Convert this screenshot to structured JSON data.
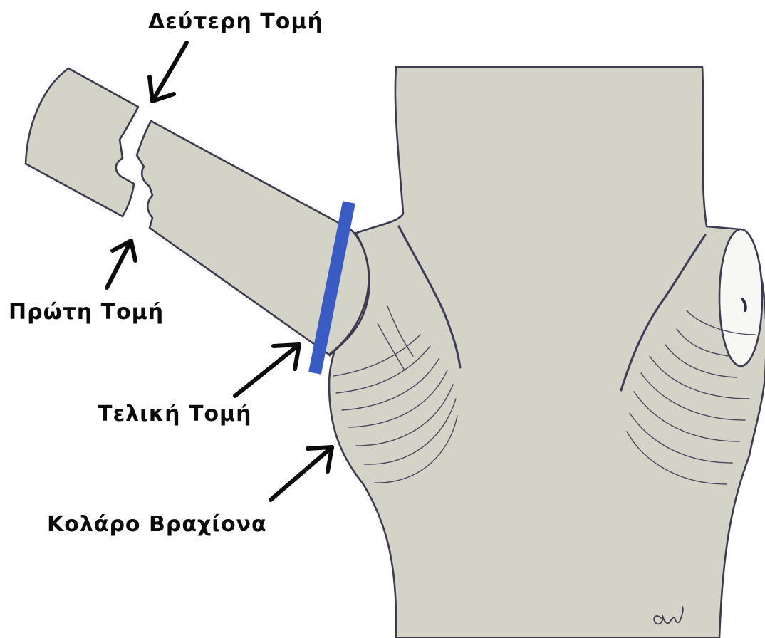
{
  "labels": {
    "second_cut": "Δεύτερη Τομή",
    "first_cut": "Πρώτη Τομή",
    "final_cut": "Τελική Τομή",
    "branch_collar": "Κολάρο Βραχίονα"
  },
  "signature": "aw",
  "colors": {
    "bark": "#d3d4c7",
    "outline": "#3f3a52",
    "cut_line": "#3b5bc4",
    "wound": "#f7f7f3",
    "text": "#0b0b0b"
  }
}
